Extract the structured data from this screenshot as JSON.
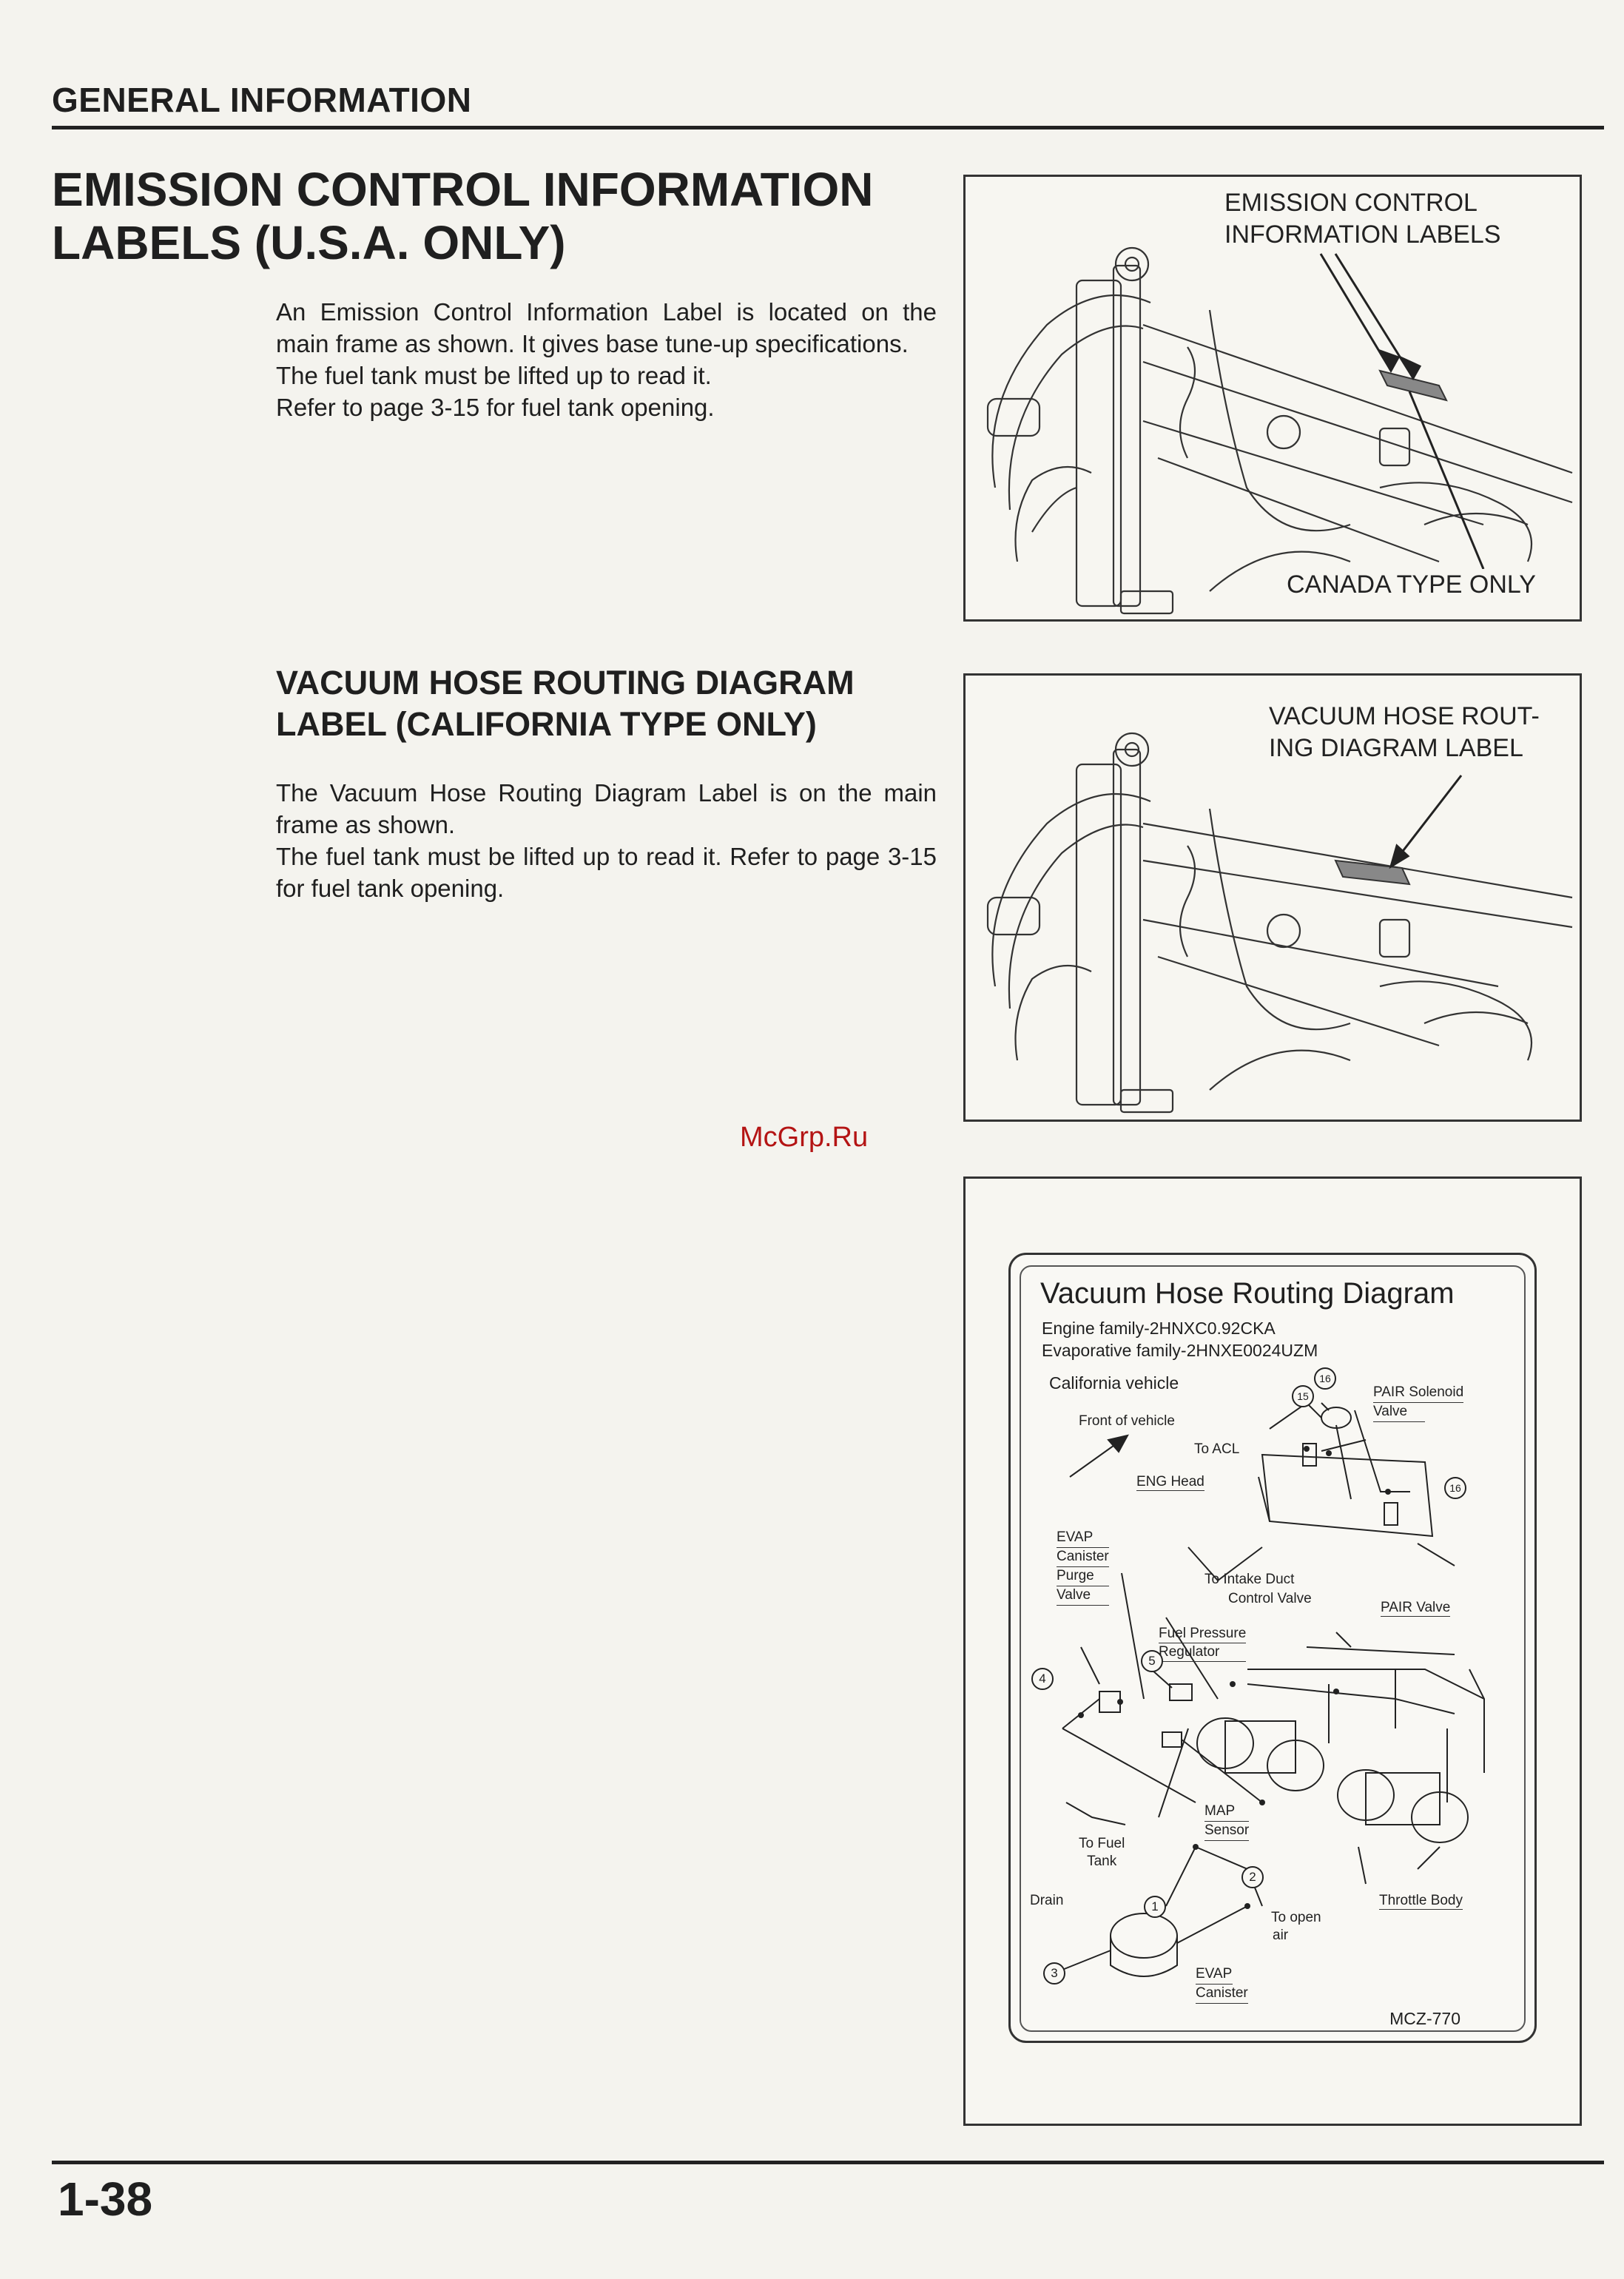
{
  "header": {
    "section": "GENERAL INFORMATION",
    "page_number": "1-38"
  },
  "emission": {
    "title_line1": "EMISSION CONTROL INFORMATION",
    "title_line2": "LABELS (U.S.A. ONLY)",
    "paragraphs": [
      "An Emission Control Information Label is located on the main frame as shown. It gives base tune-up specifications.",
      "The fuel tank must be lifted up to read it.",
      "Refer to page 3-15 for fuel tank opening."
    ],
    "figure_callout_line1": "EMISSION CONTROL",
    "figure_callout_line2": "INFORMATION LABELS",
    "figure_callout_canada": "CANADA TYPE ONLY"
  },
  "vacuum": {
    "title_line1": "VACUUM HOSE ROUTING DIAGRAM",
    "title_line2": "LABEL (CALIFORNIA TYPE ONLY)",
    "paragraphs": [
      "The Vacuum Hose Routing Diagram Label is on the main frame as shown.",
      "The fuel tank must be lifted up to read it.  Refer to page 3-15 for fuel tank opening."
    ],
    "figure_callout_line1": "VACUUM HOSE ROUT-",
    "figure_callout_line2": "ING DIAGRAM LABEL"
  },
  "watermark": "McGrp.Ru",
  "routing_label": {
    "title": "Vacuum Hose Routing Diagram",
    "engine_family": "Engine family-2HNXC0.92CKA",
    "evap_family": "Evaporative family-2HNXE0024UZM",
    "vehicle": "California vehicle",
    "front": "Front of vehicle",
    "pair_solenoid_1": "PAIR Solenoid",
    "pair_solenoid_2": "Valve",
    "to_acl": "To ACL",
    "eng_head": "ENG Head",
    "evap_purge_1": "EVAP",
    "evap_purge_2": "Canister",
    "evap_purge_3": "Purge",
    "evap_purge_4": "Valve",
    "intake_1": "To Intake Duct",
    "intake_2": "Control Valve",
    "pair_valve": "PAIR Valve",
    "fpr_1": "Fuel Pressure",
    "fpr_2": "Regulator",
    "map_1": "MAP",
    "map_2": "Sensor",
    "fuel_tank_1": "To Fuel",
    "fuel_tank_2": "Tank",
    "drain": "Drain",
    "open_air_1": "To open",
    "open_air_2": "air",
    "throttle_body": "Throttle Body",
    "evap_canister_1": "EVAP",
    "evap_canister_2": "Canister",
    "code": "MCZ-770",
    "circle_numbers": [
      "1",
      "2",
      "3",
      "4",
      "5",
      "15",
      "16",
      "16"
    ]
  }
}
